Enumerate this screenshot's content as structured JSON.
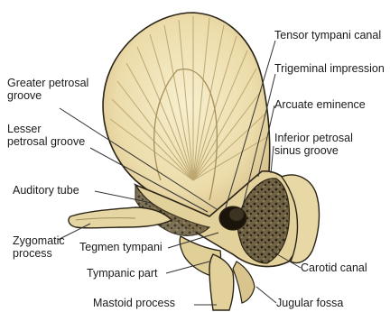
{
  "figure": {
    "labels": {
      "tensor_tympani_canal": "Tensor tympani canal",
      "trigeminal_impression": "Trigeminal impression",
      "arcuate_eminence": "Arcuate eminence",
      "inferior_petrosal_sinus_groove": "Inferior petrosal\nsinus groove",
      "greater_petrosal_groove": "Greater petrosal\ngroove",
      "lesser_petrosal_groove": "Lesser\npetrosal groove",
      "auditory_tube": "Auditory tube",
      "zygomatic_process": "Zygomatic\nprocess",
      "tegmen_tympani": "Tegmen tympani",
      "tympanic_part": "Tympanic part",
      "mastoid_process": "Mastoid process",
      "carotid_canal": "Carotid canal",
      "jugular_fossa": "Jugular fossa"
    },
    "colors": {
      "bone": "#ebdcab",
      "bone_light": "#f5eccb",
      "bone_shadow": "#cdb780",
      "outline": "#2b2416",
      "leader": "#333333"
    }
  }
}
